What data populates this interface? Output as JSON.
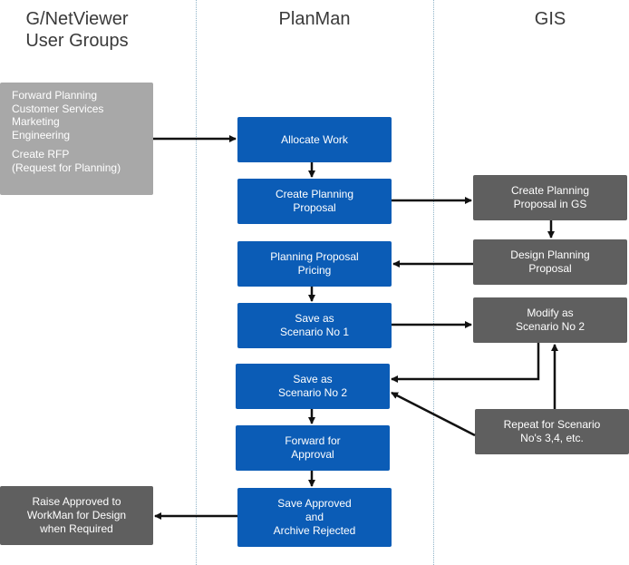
{
  "columns": {
    "left": "G/NetViewer\nUser Groups",
    "middle": "PlanMan",
    "right": "GIS"
  },
  "user_groups_box": {
    "groups": "Forward Planning\nCustomer Services\nMarketing\nEngineering",
    "action": "Create RFP\n(Request for Planning)"
  },
  "raise_box": "Raise Approved to\nWorkMan for Design\nwhen Required",
  "planman": {
    "allocate": "Allocate Work",
    "create_proposal": "Create Planning\nProposal",
    "pricing": "Planning Proposal\nPricing",
    "save1": "Save as\nScenario No 1",
    "save2": "Save as\nScenario No 2",
    "forward": "Forward for\nApproval",
    "save_approved": "Save Approved\nand\nArchive Rejected"
  },
  "gis": {
    "create_in_gs": "Create Planning\nProposal in GS",
    "design": "Design Planning\nProposal",
    "modify": "Modify as\nScenario No 2",
    "repeat": "Repeat for Scenario\nNo's 3,4, etc."
  },
  "colors": {
    "blue": "#0b5cb6",
    "dark_grey": "#5f5f5f",
    "light_grey": "#a8a8a8",
    "arrow": "#111111"
  }
}
